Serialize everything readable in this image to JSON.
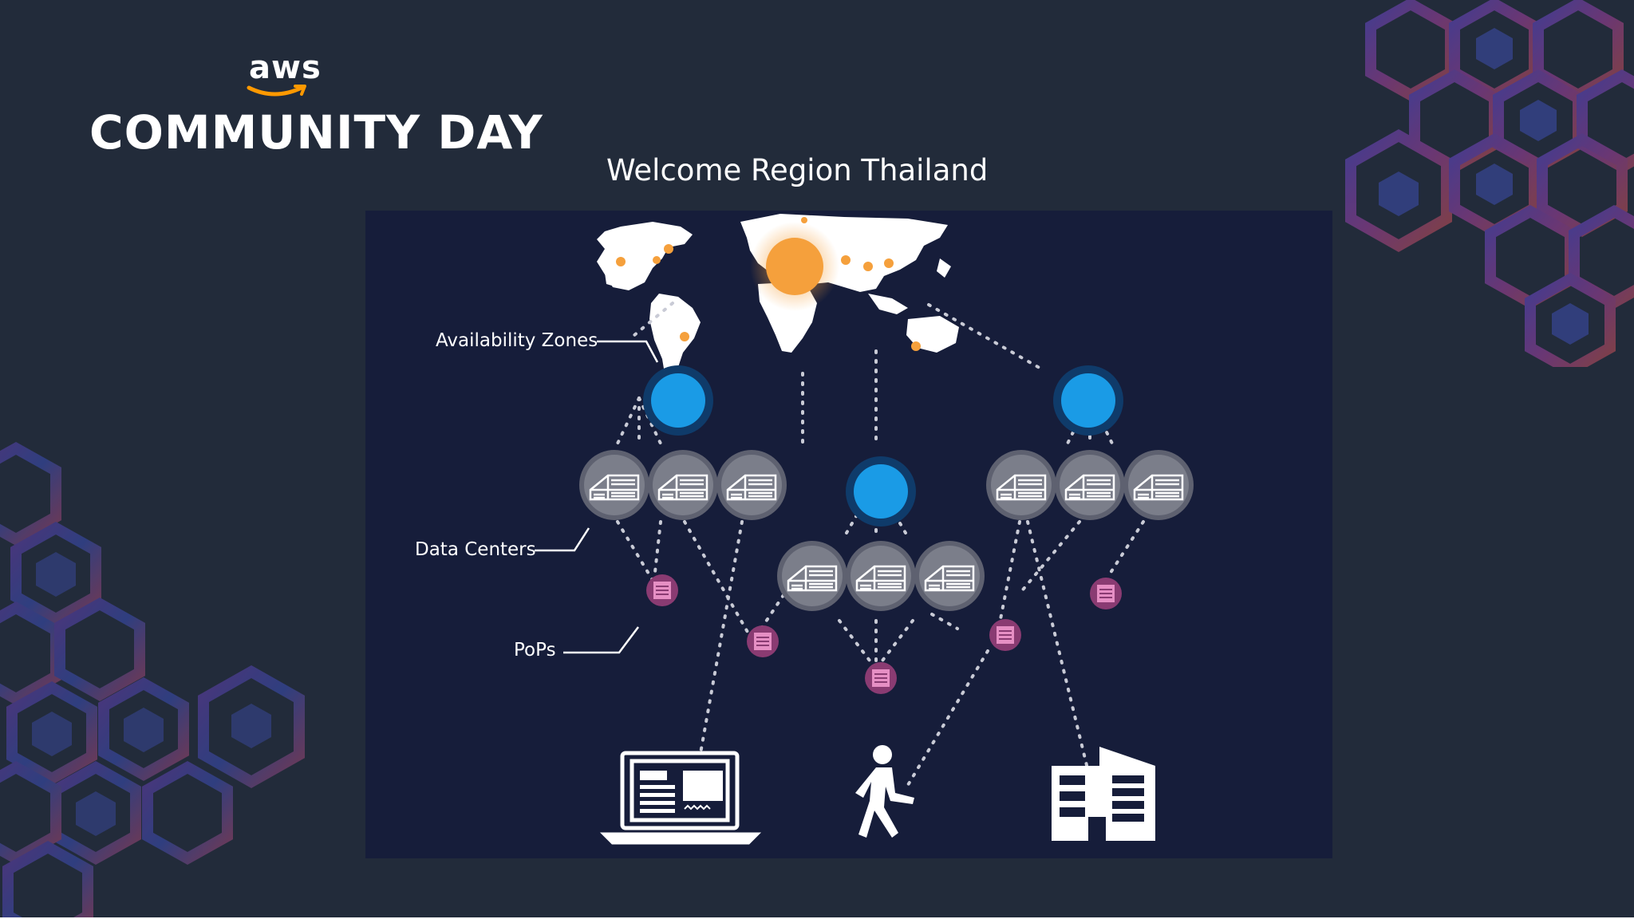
{
  "branding": {
    "aws_wordmark": "aws",
    "event_name": "COMMUNITY DAY",
    "accent_color": "#ff9900"
  },
  "slide": {
    "title": "Welcome Region Thailand"
  },
  "diagram": {
    "labels": {
      "availability_zones": "Availability Zones",
      "data_centers": "Data Centers",
      "pops": "PoPs"
    },
    "colors": {
      "panel_bg": "#161d3a",
      "az_blue": "#1a9be6",
      "pop_pink": "#c760a0",
      "region_orange": "#f5a03c",
      "connector": "#c9cbd6"
    },
    "icons": [
      "world-map",
      "availability-zone-circle",
      "data-center-icon",
      "pop-icon",
      "laptop-icon",
      "walking-person-icon",
      "office-building-icon"
    ]
  }
}
